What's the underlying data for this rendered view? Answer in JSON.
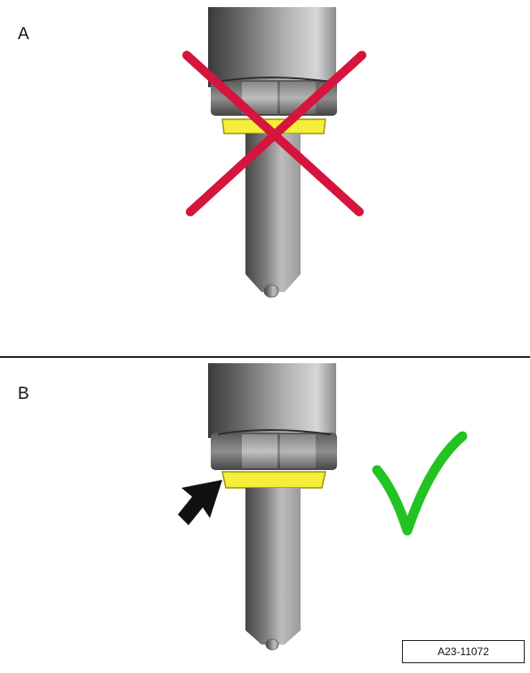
{
  "panels": [
    {
      "label": "A",
      "status": "incorrect",
      "mark_icon": "cross-mark-icon"
    },
    {
      "label": "B",
      "status": "correct",
      "mark_icon": "check-mark-icon"
    }
  ],
  "figure_id": "A23-11072",
  "colors": {
    "washer": "#f5ee3a",
    "washer_edge": "#9a9410",
    "cross": "#d5153c",
    "check": "#22c322",
    "arrow": "#111111",
    "divider": "#222222",
    "body_dark": "#3f3f3f",
    "body_light": "#c9c9c9"
  }
}
